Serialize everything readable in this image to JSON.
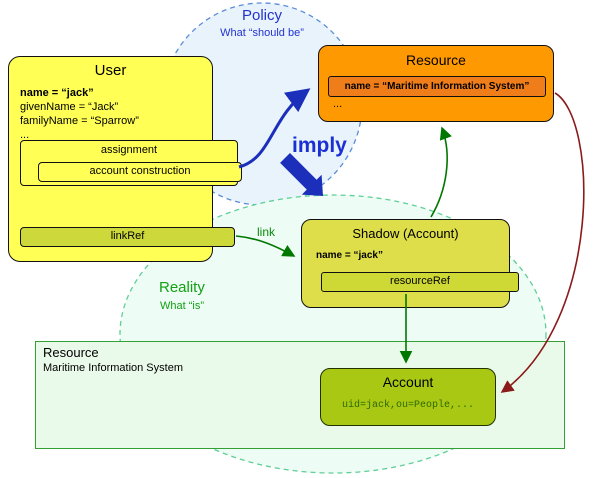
{
  "diagram": {
    "policy": {
      "title": "Policy",
      "subtitle": "What “should be”"
    },
    "reality": {
      "title": "Reality",
      "subtitle": "What “is”"
    },
    "imply_label": "imply",
    "link_label": "link",
    "user": {
      "title": "User",
      "name_line": "name = “jack”",
      "givenname_line": "givenName = “Jack”",
      "familyname_line": "familyName = “Sparrow”",
      "ellipsis": "...",
      "assignment_label": "assignment",
      "account_construction_label": "account construction",
      "linkref_label": "linkRef"
    },
    "resource_policy": {
      "title": "Resource",
      "name_line": "name = “Maritime Information System”",
      "ellipsis": "..."
    },
    "shadow": {
      "title": "Shadow (Account)",
      "name_line": "name = “jack”",
      "resourceref_label": "resourceRef"
    },
    "resource_reality": {
      "title": "Resource",
      "name": "Maritime Information System"
    },
    "account": {
      "title": "Account",
      "dn": "uid=jack,ou=People,..."
    },
    "colors": {
      "user_fill": "#ffff55",
      "resource_policy_fill": "#ff9902",
      "resource_policy_inner_fill": "#ef7d1a",
      "shadow_fill": "#dede4a",
      "linkref_fill": "#cdd93a",
      "account_fill": "#a9c813",
      "reality_resource_fill": "#eafaea",
      "policy_blue": "#2233cc",
      "reality_green": "#13a013",
      "arrow_blue": "#1b2fbb",
      "arrow_green": "#007700",
      "arrow_red": "#8b1a1a"
    }
  }
}
